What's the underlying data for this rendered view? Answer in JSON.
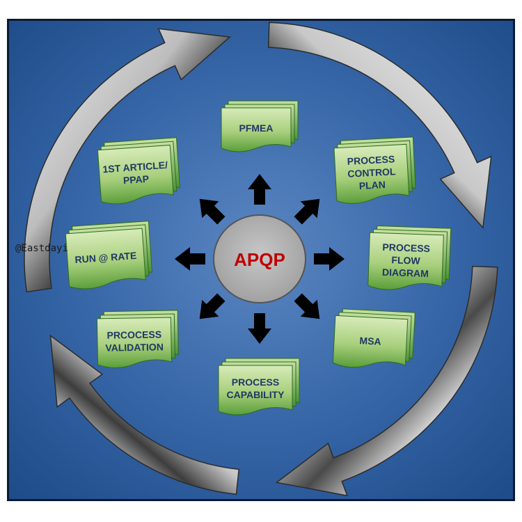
{
  "diagram": {
    "hub_label": "APQP",
    "hub_color": "#c00000",
    "background_color": "#2f5f9e",
    "watermark": "@Eastdayi",
    "nodes": [
      {
        "id": "pfmea",
        "lines": [
          "PFMEA"
        ]
      },
      {
        "id": "process-control-plan",
        "lines": [
          "PROCESS",
          "CONTROL",
          "PLAN"
        ]
      },
      {
        "id": "process-flow-diagram",
        "lines": [
          "PROCESS",
          "FLOW",
          "DIAGRAM"
        ]
      },
      {
        "id": "msa",
        "lines": [
          "MSA"
        ]
      },
      {
        "id": "process-capability",
        "lines": [
          "PROCESS",
          "CAPABILITY"
        ]
      },
      {
        "id": "prcocess-validation",
        "lines": [
          "PRCOCESS",
          "VALIDATION"
        ]
      },
      {
        "id": "run-at-rate",
        "lines": [
          "RUN @ RATE"
        ]
      },
      {
        "id": "first-article-ppap",
        "lines": [
          "1ST ARTICLE/",
          "PPAP"
        ]
      }
    ]
  }
}
